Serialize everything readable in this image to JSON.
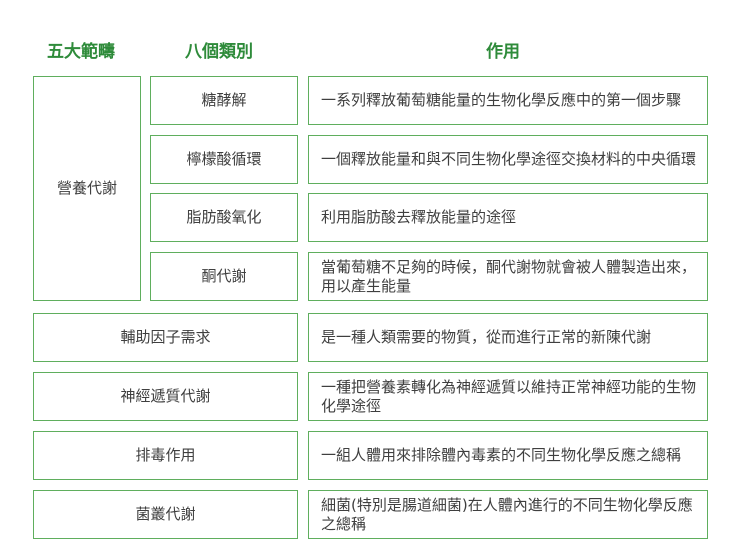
{
  "headers": {
    "col1": "五大範疇",
    "col2": "八個類別",
    "col3": "作用"
  },
  "category_main": "營養代謝",
  "subcategories": [
    {
      "name": "糖酵解",
      "desc": "一系列釋放葡萄糖能量的生物化學反應中的第一個步驟"
    },
    {
      "name": "檸檬酸循環",
      "desc": "一個釋放能量和與不同生物化學途徑交換材料的中央循環"
    },
    {
      "name": "脂肪酸氧化",
      "desc": "利用脂肪酸去釋放能量的途徑"
    },
    {
      "name": "酮代謝",
      "desc": "當葡萄糖不足夠的時候，酮代謝物就會被人體製造出來，用以產生能量"
    }
  ],
  "categories": [
    {
      "name": "輔助因子需求",
      "desc": "是一種人類需要的物質，從而進行正常的新陳代謝"
    },
    {
      "name": "神經遞質代謝",
      "desc": "一種把營養素轉化為神經遞質以維持正常神經功能的生物化學途徑"
    },
    {
      "name": "排毒作用",
      "desc": "一組人體用來排除體內毒素的不同生物化學反應之總稱"
    },
    {
      "name": "菌叢代謝",
      "desc": "細菌(特別是腸道細菌)在人體內進行的不同生物化學反應之總稱"
    }
  ]
}
